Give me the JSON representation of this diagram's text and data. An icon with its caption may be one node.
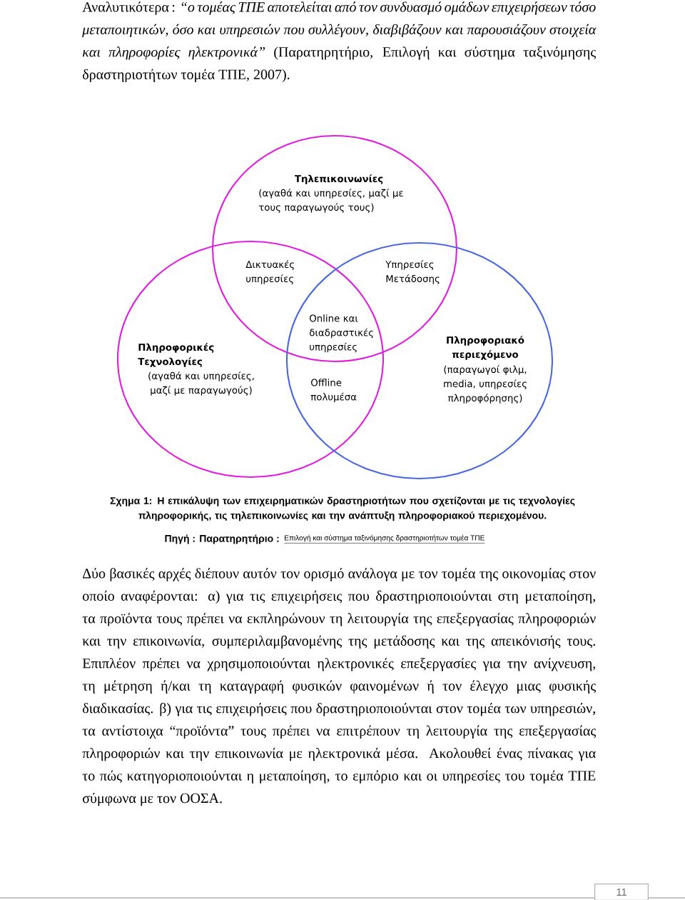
{
  "diagram": {
    "caption": "Σχημα 1: Η επικάλυψη των επιχειρηματικών δραστηριοτήτων που σχετίζονται με τις τεχνολογίες πληροφορικής, τις τηλεπικοινωνίες και την ανάπτυξη πληροφοριακού περιεχομένου.",
    "nodes": [
      {
        "text": [
          "Τηλεπικοινωνίες",
          "(αγαθά και υπηρεσίες, μαζί με τους παραγωγούς τους)"
        ]
      },
      {
        "text": [
          "Πληροφορικές Τεχνολογίες",
          "(αγαθά και υπηρεσίες, μαζί με παραγωγούς)"
        ]
      },
      {
        "text": [
          "Πληροφοριακό περιεχόμενο",
          "(παραγωγοί φιλμ, media, υπηρεσίες πληροφόρησης)"
        ]
      },
      {
        "text": [
          "11"
        ]
      }
    ],
    "labels": [
      "Αναλυτικότερα : *“ο τομέας ΤΠΕ αποτελείται από τον συνδυασμό ομάδων επιχειρήσεων τόσο μεταποιητικών, όσο και υπηρεσιών που συλλέγουν, διαβιβάζουν και παρουσιάζουν στοιχεία και πληροφορίες ηλεκτρονικά”* (Παρατηρητήριο, Επιλογή και σύστημα ταξινόμησης δραστηριοτήτων τομέα ΤΠΕ, 2007).",
      "Δικτυακές υπηρεσίες",
      "Υπηρεσίες Μετάδοσης",
      "Online και διαδραστικές υπηρεσίες",
      "Offline πολυμέσα",
      "Πηγή : Παρατηρητήριο :",
      "Επιλογή και σύστημα ταξινόμησης δραστηριοτήτων τομέα ΤΠΕ",
      "Δύο βασικές αρχές διέπουν αυτόν τον ορισμό ανάλογα με τον τομέα της οικονομίας στον οποίο αναφέρονται: α) για τις επιχειρήσεις που δραστηριοποιούνται στη μεταποίηση, τα προϊόντα τους πρέπει να εκπληρώνουν τη λειτουργία της επεξεργασίας πληροφοριών και την επικοινωνία, συμπεριλαμβανομένης της μετάδοσης και της απεικόνισής τους. Επιπλέον πρέπει να χρησιμοποιούνται ηλεκτρονικές επεξεργασίες για την ανίχνευση, τη μέτρηση ή/και τη καταγραφή φυσικών φαινομένων ή τον έλεγχο μιας φυσικής διαδικασίας. β) για τις επιχειρήσεις που δραστηριοποιούνται στον τομέα των υπηρεσιών, τα αντίστοιχα “προϊόντα” τους πρέπει να επιτρέπουν τη λειτουργία της επεξεργασίας πληροφοριών και την επικοινωνία με ηλεκτρονικά μέσα. Ακολουθεί ένας πίνακας για το πώς κατηγοριοποιούνται η μεταποίηση, το εμπόριο και οι υπηρεσίες του τομέα ΤΠΕ σύμφωνα με τον ΟΟΣΑ."
    ]
  }
}
